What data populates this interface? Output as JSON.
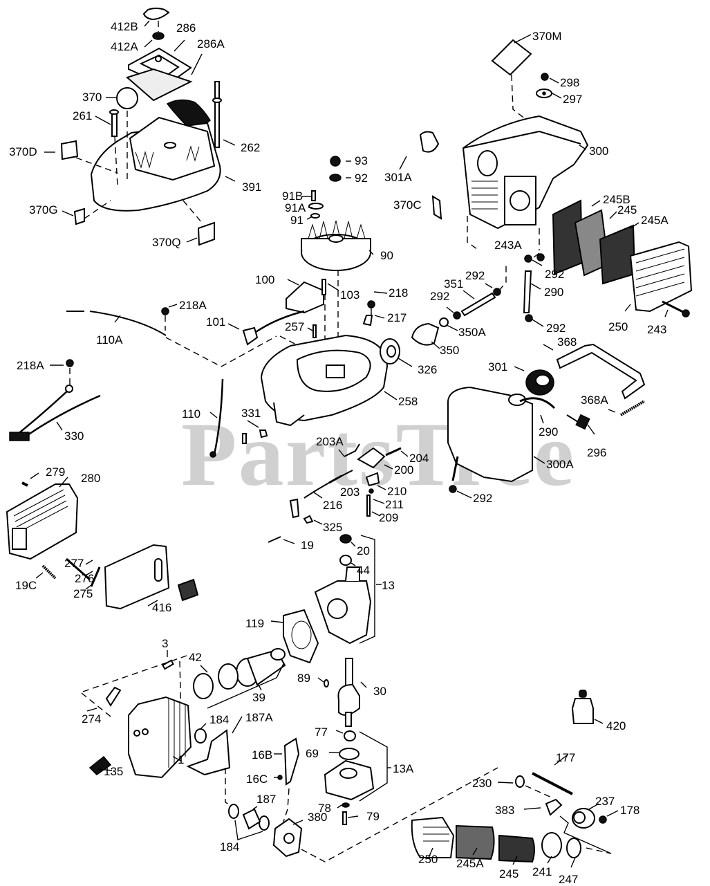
{
  "diagram": {
    "title": "Engine parts exploded view",
    "watermark": "PartsTree",
    "callouts": {
      "412B": "412B",
      "412A": "412A",
      "286": "286",
      "286A": "286A",
      "370": "370",
      "261": "261",
      "262": "262",
      "370D": "370D",
      "391": "391",
      "370G": "370G",
      "370Q": "370Q",
      "93": "93",
      "92": "92",
      "91B": "91B",
      "91A": "91A",
      "91": "91",
      "90": "90",
      "370M": "370M",
      "298": "298",
      "297": "297",
      "300": "300",
      "301A": "301A",
      "370C": "370C",
      "245B": "245B",
      "245_top": "245",
      "245A_top": "245A",
      "243A": "243A",
      "292_a": "292",
      "290_a": "290",
      "292_b": "292",
      "250_top": "250",
      "243": "243",
      "100": "100",
      "103": "103",
      "218": "218",
      "217": "217",
      "351": "351",
      "292_c": "292",
      "292_d": "292",
      "350A": "350A",
      "350": "350",
      "326": "326",
      "218A_a": "218A",
      "110A": "110A",
      "101": "101",
      "257": "257",
      "258": "258",
      "218A_b": "218A",
      "330": "330",
      "110": "110",
      "331": "331",
      "368": "368",
      "301": "301",
      "368A": "368A",
      "290_b": "290",
      "296": "296",
      "300A": "300A",
      "292_e": "292",
      "203A": "203A",
      "204": "204",
      "200": "200",
      "203": "203",
      "210": "210",
      "216": "216",
      "211": "211",
      "209": "209",
      "325": "325",
      "279": "279",
      "280": "280",
      "19": "19",
      "20": "20",
      "44": "44",
      "13": "13",
      "277": "277",
      "276": "276",
      "19C": "19C",
      "275": "275",
      "416": "416",
      "119": "119",
      "3": "3",
      "42": "42",
      "89": "89",
      "30": "30",
      "39": "39",
      "274": "274",
      "184_a": "184",
      "187A": "187A",
      "1": "1",
      "135": "135",
      "77": "77",
      "69": "69",
      "16B": "16B",
      "16C": "16C",
      "13A": "13A",
      "187": "187",
      "78": "78",
      "79": "79",
      "380": "380",
      "184_b": "184",
      "420": "420",
      "177": "177",
      "230": "230",
      "237": "237",
      "383": "383",
      "178": "178",
      "250_bot": "250",
      "245A_bot": "245A",
      "245_bot": "245",
      "241": "241",
      "247": "247"
    }
  }
}
